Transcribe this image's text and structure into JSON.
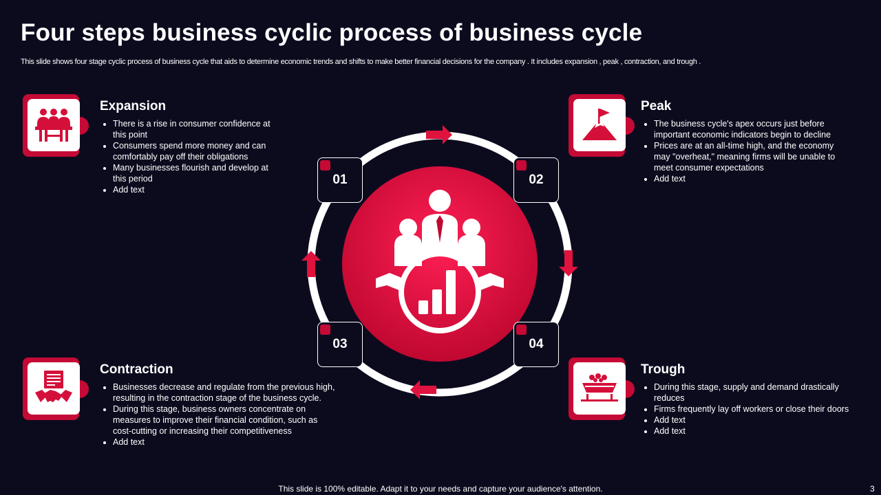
{
  "title": "Four steps business cyclic process of business cycle",
  "subtitle": "This slide shows four stage cyclic  process of business cycle that aids to determine economic trends and shifts to make better financial decisions for the company . It includes expansion , peak , contraction, and trough .",
  "steps": [
    {
      "number": "01",
      "heading": "Expansion",
      "icon": "meeting-icon",
      "bullets": [
        "There is a rise in consumer confidence at this point",
        "Consumers spend more money and can comfortably pay off their obligations",
        " Many businesses flourish and develop at this period",
        "Add text"
      ]
    },
    {
      "number": "02",
      "heading": "Peak",
      "icon": "mountain-flag-icon",
      "bullets": [
        "The business cycle's apex occurs just before important economic indicators begin to decline",
        "Prices are at an all-time high, and the economy may \"overheat,\" meaning firms will be unable to meet consumer expectations",
        "Add text"
      ]
    },
    {
      "number": "03",
      "heading": "Contraction",
      "icon": "handshake-document-icon",
      "bullets": [
        "Businesses decrease and regulate from the previous high, resulting in the contraction stage of the business cycle.",
        "During this stage, business owners concentrate on measures to improve their financial condition, such as cost-cutting or increasing their competitiveness",
        "Add text"
      ]
    },
    {
      "number": "04",
      "heading": "Trough",
      "icon": "mine-cart-icon",
      "bullets": [
        "During this stage, supply and demand drastically reduces",
        "Firms frequently lay off workers or close their doors",
        "Add text",
        "Add text"
      ]
    }
  ],
  "center_icon": "business-team-growth-icon",
  "colors": {
    "accent": "#c40a35",
    "background": "#0c0b1e",
    "text": "#ffffff"
  },
  "footer": "This slide is 100% editable. Adapt it to your needs and capture your audience's attention.",
  "page_number": "3"
}
